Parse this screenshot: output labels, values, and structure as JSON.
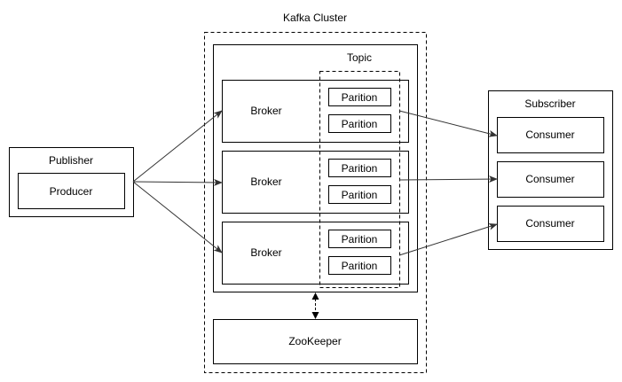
{
  "cluster": {
    "label": "Kafka Cluster"
  },
  "topic": {
    "label": "Topic"
  },
  "publisher": {
    "label": "Publisher",
    "producer": "Producer"
  },
  "subscriber": {
    "label": "Subscriber",
    "consumers": [
      "Consumer",
      "Consumer",
      "Consumer"
    ]
  },
  "brokers": [
    {
      "label": "Broker",
      "partitions": [
        "Parition",
        "Parition"
      ]
    },
    {
      "label": "Broker",
      "partitions": [
        "Parition",
        "Parition"
      ]
    },
    {
      "label": "Broker",
      "partitions": [
        "Parition",
        "Parition"
      ]
    }
  ],
  "zookeeper": {
    "label": "ZooKeeper"
  },
  "colors": {
    "stroke": "#000000",
    "arrow": "#333333",
    "background": "#ffffff"
  }
}
